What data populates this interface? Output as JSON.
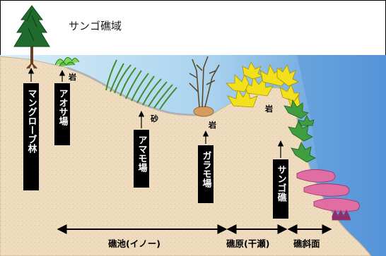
{
  "diagram": {
    "title": "サンゴ礁域",
    "habitats": {
      "mangrove": "マングローブ林",
      "aosa": "アオサ場",
      "amamo": "アマモ場",
      "garamo": "ガラモ場",
      "coral": "サンゴ礁"
    },
    "substrates": {
      "rock_1": "岩",
      "sand": "砂",
      "rock_2": "岩",
      "rock_3": "岩"
    },
    "zones": {
      "lagoon": "礁池(イノー)",
      "reef_flat": "礁原(干瀬)",
      "reef_slope": "礁斜面"
    },
    "colors": {
      "sky": "#ffffff",
      "sea": "#b9dcef",
      "deep_sea": "#6aa5dd",
      "sand": "#efdcbf",
      "label_box": "#000000",
      "seagrass": "#66bb44",
      "coral_yellow": "#f2e01c",
      "coral_green": "#3f9f3f",
      "coral_pink": "#e06ea3"
    }
  }
}
